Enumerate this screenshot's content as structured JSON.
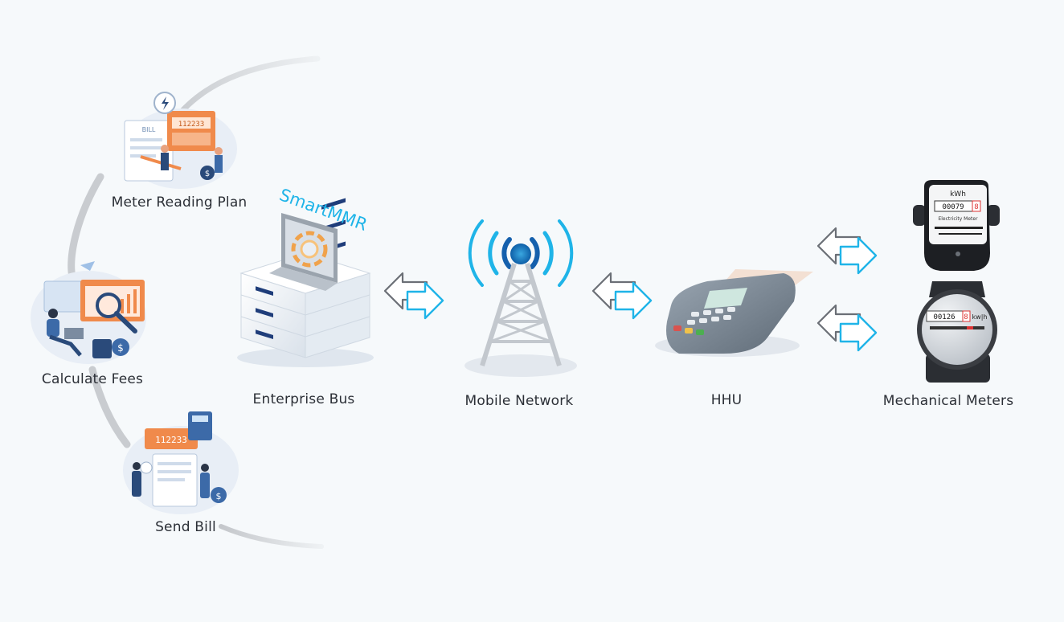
{
  "labels": {
    "meter_reading_plan": "Meter Reading Plan",
    "calculate_fees": "Calculate Fees",
    "send_bill": "Send Bill",
    "enterprise_bus": "Enterprise Bus",
    "mobile_network": "Mobile Network",
    "hhu": "HHU",
    "mechanical_meters": "Mechanical Meters"
  },
  "brand": "SmartMMR",
  "meters": {
    "electricity": {
      "unit": "kWh",
      "digits": "00079",
      "last_digit": "8",
      "caption": "Electricity Meter"
    },
    "round": {
      "digits": "00126",
      "last_digit": "8",
      "unit": "kw|h"
    }
  },
  "illustrations": {
    "bill_word": "BILL",
    "plan_digits": "112233",
    "send_digits": "112233"
  },
  "colors": {
    "accent_blue": "#1fb4e8",
    "arrow_gray": "#6b6f76",
    "orange": "#f08a4b",
    "arc_gray": "#c9ccd0",
    "navy": "#2a4a7a"
  }
}
